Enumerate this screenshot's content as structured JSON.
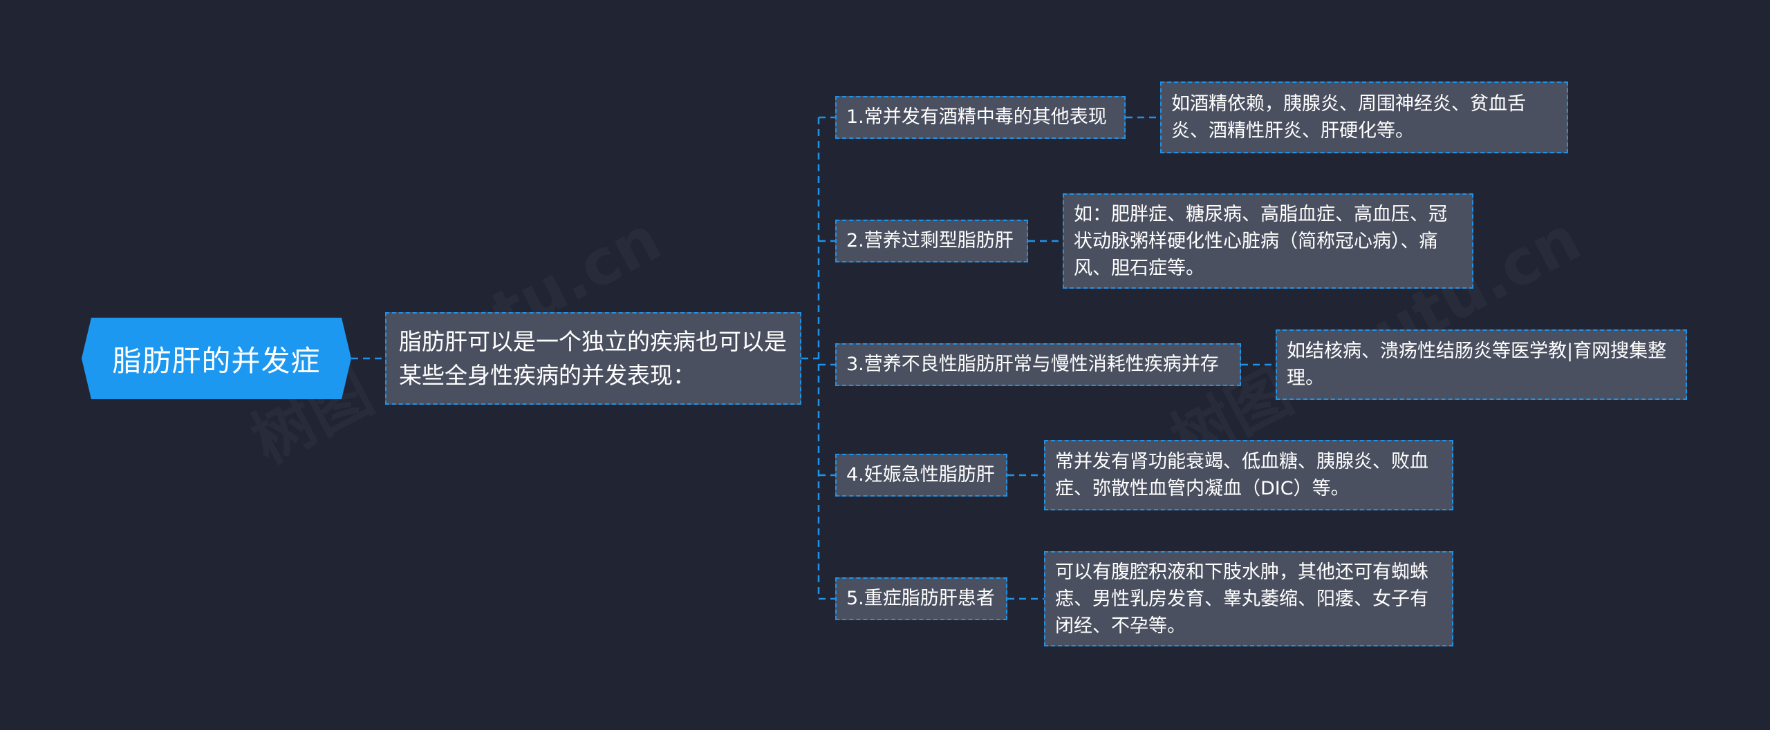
{
  "root": {
    "label": "脂肪肝的并发症"
  },
  "level1": {
    "label": "脂肪肝可以是一个独立的疾病也可以是某些全身性疾病的并发表现："
  },
  "branches": [
    {
      "label": "1.常并发有酒精中毒的其他表现",
      "detail": "如酒精依赖，胰腺炎、周围神经炎、贫血舌炎、酒精性肝炎、肝硬化等。"
    },
    {
      "label": "2.营养过剩型脂肪肝",
      "detail": "如：肥胖症、糖尿病、高脂血症、高血压、冠状动脉粥样硬化性心脏病（简称冠心病）、痛风、胆石症等。"
    },
    {
      "label": "3.营养不良性脂肪肝常与慢性消耗性疾病并存",
      "detail": "如结核病、溃疡性结肠炎等医学教|育网搜集整理。"
    },
    {
      "label": "4.妊娠急性脂肪肝",
      "detail": "常并发有肾功能衰竭、低血糖、胰腺炎、败血症、弥散性血管内凝血（DIC）等。"
    },
    {
      "label": "5.重症脂肪肝患者",
      "detail": "可以有腹腔积液和下肢水肿，其他还可有蜘蛛痣、男性乳房发育、睾丸萎缩、阳痿、女子有闭经、不孕等。"
    }
  ],
  "colors": {
    "background": "#212533",
    "root": "#1d98f1",
    "node": "#4b5060",
    "connector": "#1f93ea",
    "text": "#ffffff"
  }
}
